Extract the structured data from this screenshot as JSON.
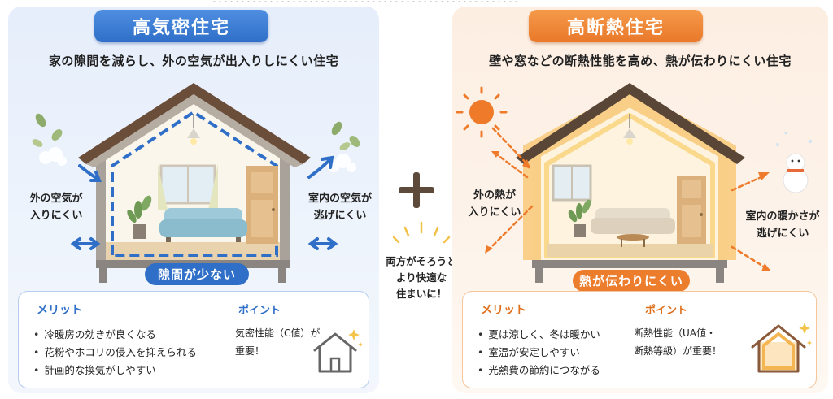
{
  "left": {
    "title": "高気密住宅",
    "subtitle": "家の隙間を減らし、外の空気が出入りしにくい住宅",
    "outside_label": "外の空気が\n入りにくい",
    "inside_label": "室内の空気が\n逃げにくい",
    "status": "隙間が少ない",
    "merit_heading": "メリット",
    "merits": [
      "冷暖房の効きが良くなる",
      "花粉やホコリの侵入を抑えられる",
      "計画的な換気がしやすい"
    ],
    "point_heading": "ポイント",
    "point_text": "気密性能（C値）が\n重要！",
    "accent": "#2f6fc8"
  },
  "right": {
    "title": "高断熱住宅",
    "subtitle": "壁や窓などの断熱性能を高め、熱が伝わりにくい住宅",
    "outside_label": "外の熱が\n入りにくい",
    "inside_label": "室内の暖かさが\n逃げにくい",
    "status": "熱が伝わりにくい",
    "merit_heading": "メリット",
    "merits": [
      "夏は涼しく、冬は暖かい",
      "室温が安定しやすい",
      "光熱費の節約につながる"
    ],
    "point_heading": "ポイント",
    "point_text": "断熱性能（UA値・\n断熱等級）が重要！",
    "accent": "#ec7d2c"
  },
  "center": {
    "note": "両方がそろうと\nより快適な\n住まいに！"
  },
  "icons": {
    "plus": "plus-icon",
    "sun": "sun-icon",
    "snowman": "snowman-icon",
    "leaf": "leaf-icon",
    "house_outline": "house-outline-icon",
    "sofa": "sofa-icon",
    "lamp": "lamp-icon",
    "door": "door-icon",
    "window": "window-icon",
    "plant": "plant-icon",
    "sparkle": "sparkle-icon"
  }
}
